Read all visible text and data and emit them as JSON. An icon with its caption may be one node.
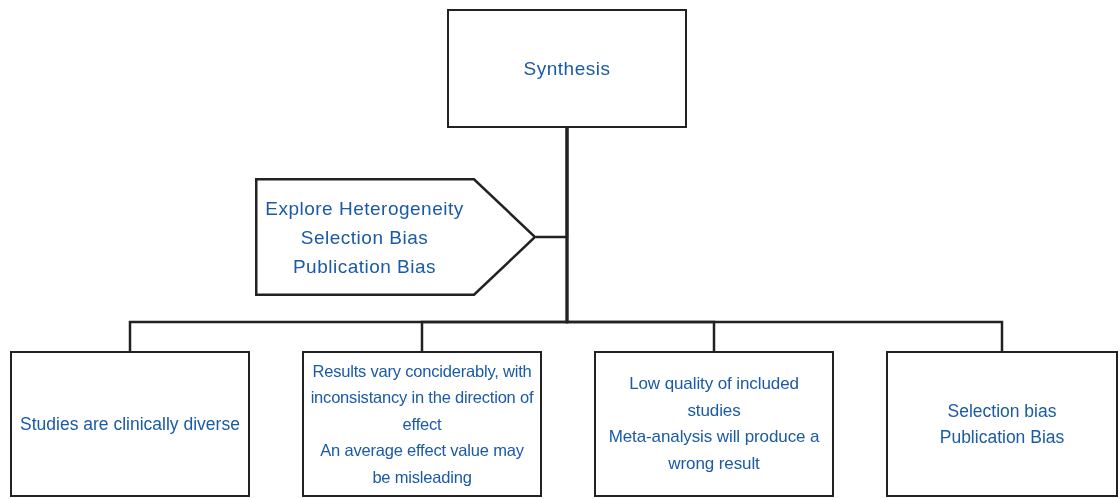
{
  "diagram": {
    "nodes": [
      {
        "text": [
          "Synthesis"
        ]
      },
      {
        "text": [
          "Explore Heterogeneity",
          "Selection Bias",
          "Publication Bias"
        ]
      },
      {
        "text": [
          "Studies are clinically diverse"
        ]
      },
      {
        "text": [
          "Results vary conciderably, with inconsistancy in the direction of effect",
          "An average effect value may be misleading"
        ]
      },
      {
        "text": [
          "Low quality of included studies",
          "Meta-analysis will produce a wrong result"
        ]
      },
      {
        "text": [
          "Selection bias",
          "Publication Bias"
        ]
      }
    ],
    "edges": [
      {
        "from": 0,
        "to": 1,
        "arrow": "none"
      },
      {
        "from": 0,
        "to": 2,
        "arrow": "none"
      },
      {
        "from": 0,
        "to": 3,
        "arrow": "none"
      },
      {
        "from": 0,
        "to": 4,
        "arrow": "none"
      },
      {
        "from": 0,
        "to": 5,
        "arrow": "none"
      }
    ]
  }
}
